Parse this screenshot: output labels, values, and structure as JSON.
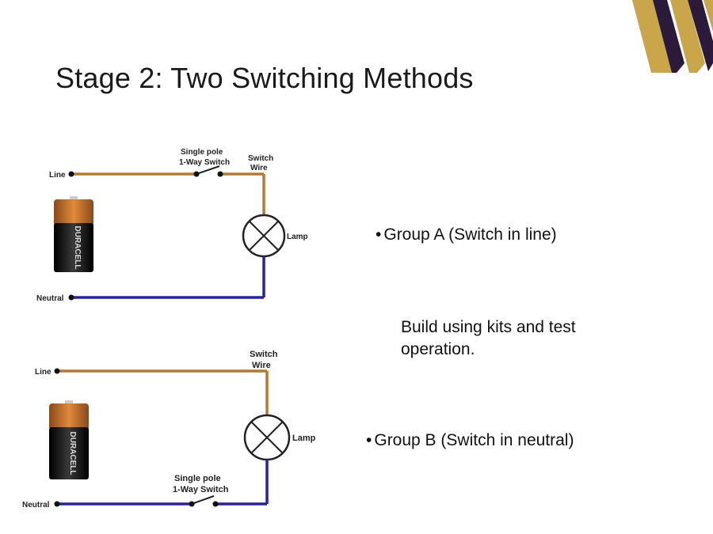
{
  "slide": {
    "title": "Stage 2: Two Switching Methods",
    "instruction": "Build using kits and test operation."
  },
  "logo": {
    "icon": "w-logo-icon",
    "colors": [
      "#c9a64a",
      "#2b1a3a"
    ]
  },
  "bullets": [
    {
      "text": "Group A (Switch in line)"
    },
    {
      "text": "Group B (Switch in neutral)"
    }
  ],
  "diagram_a": {
    "line_label": "Line",
    "neutral_label": "Neutral",
    "switch_label_1": "Single pole",
    "switch_label_2": "1-Way Switch",
    "switch_wire_1": "Switch",
    "switch_wire_2": "Wire",
    "lamp_label": "Lamp",
    "battery_brand": "DURACELL"
  },
  "diagram_b": {
    "line_label": "Line",
    "neutral_label": "Neutral",
    "switch_label_1": "Single pole",
    "switch_label_2": "1-Way Switch",
    "switch_wire_1": "Switch",
    "switch_wire_2": "Wire",
    "lamp_label": "Lamp",
    "battery_brand": "DURACELL"
  },
  "colors": {
    "live_wire": "#b8782e",
    "neutral_wire": "#2222aa",
    "battery_top": "#c06a2a",
    "battery_body": "#1a1a1a"
  }
}
